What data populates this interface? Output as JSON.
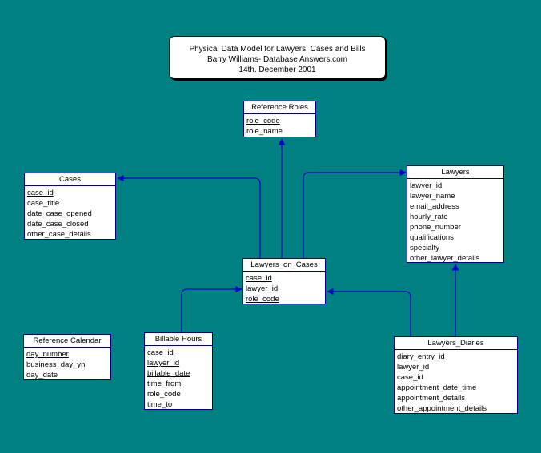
{
  "title": {
    "line1": "Physical Data Model for Lawyers, Cases and Bills",
    "line2": "Barry Williams- Database Answers.com",
    "line3": "14th. December 2001"
  },
  "colors": {
    "background": "#008080",
    "entity_border": "#000080",
    "connector": "#0000cc"
  },
  "entities": {
    "reference_roles": {
      "name": "Reference Roles",
      "attributes": [
        {
          "name": "role_code",
          "pk": true
        },
        {
          "name": "role_name",
          "pk": false
        }
      ]
    },
    "cases": {
      "name": "Cases",
      "attributes": [
        {
          "name": "case_id",
          "pk": true
        },
        {
          "name": "case_title",
          "pk": false
        },
        {
          "name": "date_case_opened",
          "pk": false
        },
        {
          "name": "date_case_closed",
          "pk": false
        },
        {
          "name": "other_case_details",
          "pk": false
        }
      ]
    },
    "lawyers": {
      "name": "Lawyers",
      "attributes": [
        {
          "name": "lawyer_id",
          "pk": true
        },
        {
          "name": "lawyer_name",
          "pk": false
        },
        {
          "name": "email_address",
          "pk": false
        },
        {
          "name": "hourly_rate",
          "pk": false
        },
        {
          "name": "phone_number",
          "pk": false
        },
        {
          "name": "qualifications",
          "pk": false
        },
        {
          "name": "specialty",
          "pk": false
        },
        {
          "name": "other_lawyer_details",
          "pk": false
        }
      ]
    },
    "lawyers_on_cases": {
      "name": "Lawyers_on_Cases",
      "attributes": [
        {
          "name": "case_id",
          "pk": true
        },
        {
          "name": "lawyer_id",
          "pk": true
        },
        {
          "name": "role_code",
          "pk": true
        }
      ]
    },
    "reference_calendar": {
      "name": "Reference Calendar",
      "attributes": [
        {
          "name": "day_number",
          "pk": true
        },
        {
          "name": "business_day_yn",
          "pk": false
        },
        {
          "name": "day_date",
          "pk": false
        }
      ]
    },
    "billable_hours": {
      "name": "Billable Hours",
      "attributes": [
        {
          "name": "case_id",
          "pk": true
        },
        {
          "name": "lawyer_id",
          "pk": true
        },
        {
          "name": "billable_date",
          "pk": true
        },
        {
          "name": "time_from",
          "pk": true
        },
        {
          "name": "role_code",
          "pk": false
        },
        {
          "name": "time_to",
          "pk": false
        }
      ]
    },
    "lawyers_diaries": {
      "name": "Lawyers_Diaries",
      "attributes": [
        {
          "name": "diary_entry_id",
          "pk": true
        },
        {
          "name": "lawyer_id",
          "pk": false
        },
        {
          "name": "case_id",
          "pk": false
        },
        {
          "name": "appointment_date_time",
          "pk": false
        },
        {
          "name": "appointment_details",
          "pk": false
        },
        {
          "name": "other_appointment_details",
          "pk": false
        }
      ]
    }
  }
}
